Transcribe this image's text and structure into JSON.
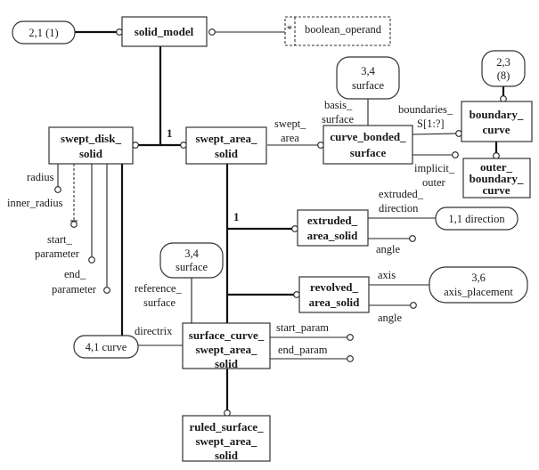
{
  "diagram": {
    "type": "EXPRESS-G",
    "entities": {
      "solid_model": [
        "solid_model"
      ],
      "swept_disk_solid": [
        "swept_disk_",
        "solid"
      ],
      "swept_area_solid": [
        "swept_area_",
        "solid"
      ],
      "curve_bonded_surface": [
        "curve_bonded_",
        "surface"
      ],
      "boundary_curve": [
        "boundary_",
        "curve"
      ],
      "outer_boundary_curve": [
        "outer_",
        "boundary_",
        "curve"
      ],
      "extruded_area_solid": [
        "extruded_",
        "area_solid"
      ],
      "revolved_area_solid": [
        "revolved_",
        "area_solid"
      ],
      "surface_curve_swept_area_solid": [
        "surface_curve_",
        "swept_area_",
        "solid"
      ],
      "ruled_surface_swept_area_solid": [
        "ruled_surface_",
        "swept_area_",
        "solid"
      ]
    },
    "references": {
      "ref_2_1": [
        "2,1 (1)"
      ],
      "ref_3_4_top": [
        "3,4",
        "surface"
      ],
      "ref_2_3": [
        "2,3",
        "(8)"
      ],
      "ref_1_1": [
        "1,1 direction"
      ],
      "ref_3_4_mid": [
        "3,4",
        "surface"
      ],
      "ref_3_6": [
        "3,6",
        "axis_placement"
      ],
      "ref_4_1": [
        "4,1 curve"
      ]
    },
    "select_type": {
      "marker": "*",
      "label": "boolean_operand"
    },
    "attributes": {
      "radius": "radius",
      "inner_radius": "inner_radius",
      "start_parameter": [
        "start_",
        "parameter"
      ],
      "end_parameter": [
        "end_",
        "parameter"
      ],
      "swept_area": [
        "swept_",
        "area"
      ],
      "basis_surface": [
        "basis_",
        "surface"
      ],
      "boundaries": [
        "boundaries_",
        "S[1:?]"
      ],
      "implicit_outer": [
        "implicit_",
        "outer"
      ],
      "extruded_direction": [
        "extruded_",
        "direction"
      ],
      "extruded_angle": "angle",
      "axis": "axis",
      "revolved_angle": "angle",
      "reference_surface": [
        "reference_",
        "surface"
      ],
      "directrix": "directrix",
      "start_param": "start_param",
      "end_param": "end_param"
    },
    "cardinality": {
      "solid_model_subtypes": "1",
      "swept_area_subtypes": "1"
    }
  }
}
